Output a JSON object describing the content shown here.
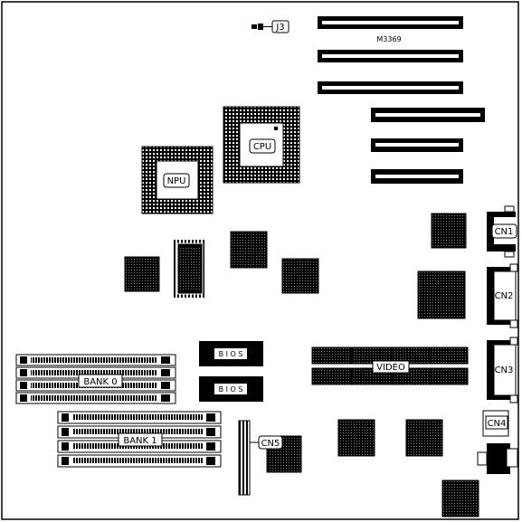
{
  "labels": {
    "j3": "J3",
    "model": "M3369",
    "cpu": "CPU",
    "npu": "NPU",
    "cn1": "CN1",
    "cn2": "CN2",
    "cn3": "CN3",
    "cn4": "CN4",
    "cn5": "CN5",
    "bios_1": "B I O S",
    "bios_2": "B I O S",
    "video": "VIDEO",
    "bank_0": "BANK 0",
    "bank_1": "BANK 1"
  }
}
